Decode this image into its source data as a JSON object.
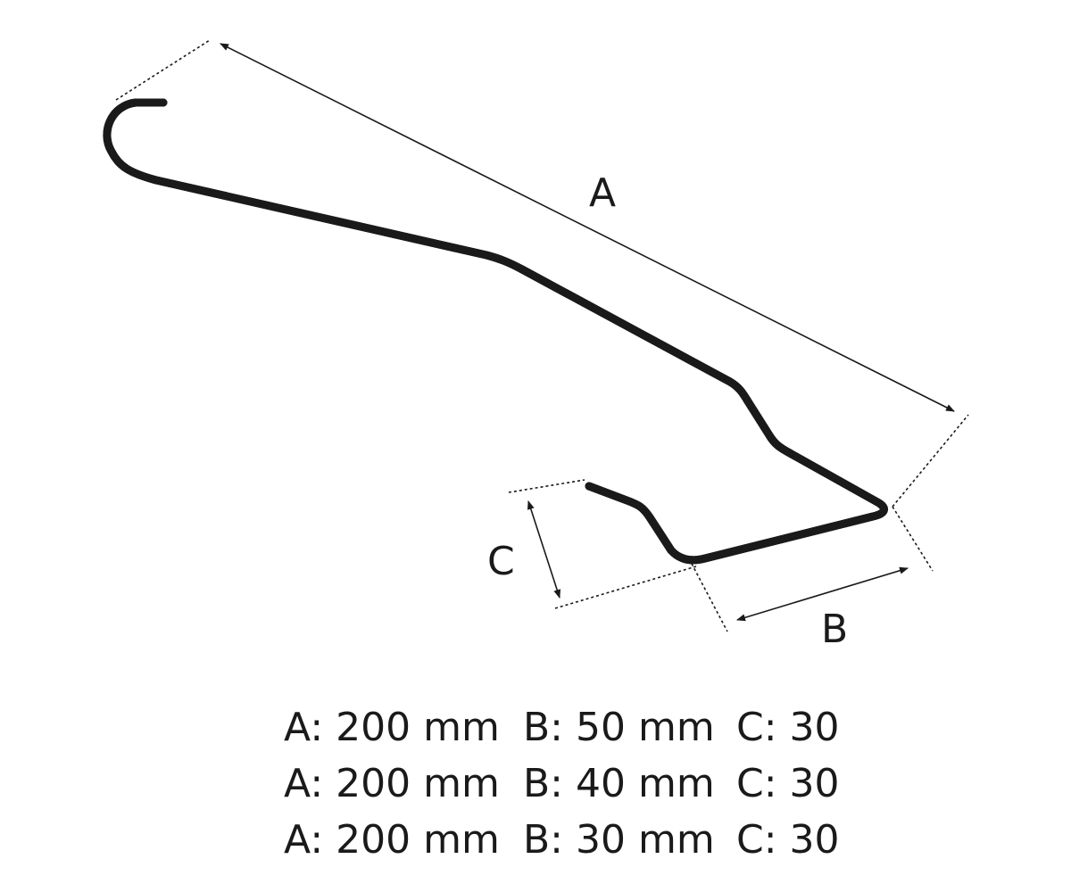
{
  "labels": {
    "a": "A",
    "b": "B",
    "c": "C"
  },
  "specs": [
    {
      "a": "A: 200 mm",
      "b": "B: 50 mm",
      "c": "C: 30"
    },
    {
      "a": "A: 200 mm",
      "b": "B: 40 mm",
      "c": "C: 30"
    },
    {
      "a": "A: 200 mm",
      "b": "B: 30 mm",
      "c": "C: 30"
    }
  ],
  "colors": {
    "line": "#1a1a1a",
    "background": "#ffffff"
  }
}
